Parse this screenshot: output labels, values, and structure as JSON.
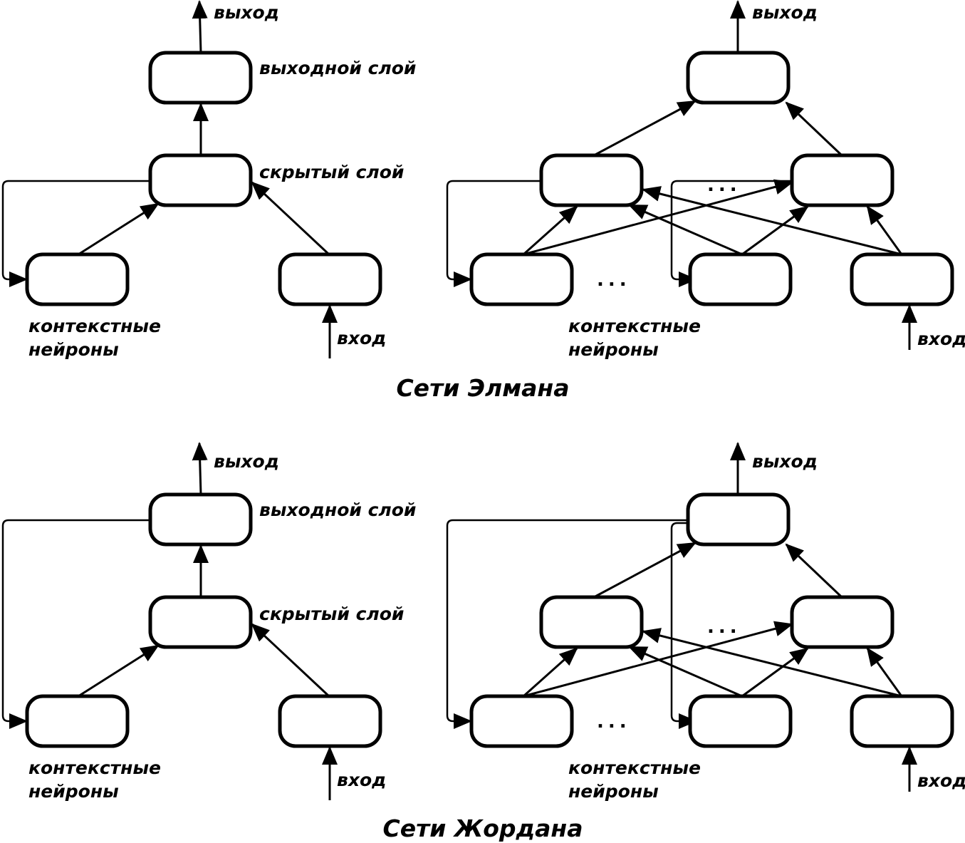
{
  "colors": {
    "stroke": "#000000",
    "background": "#ffffff"
  },
  "labels": {
    "output": "выход",
    "output_layer": "выходной слой",
    "hidden_layer": "скрытый слой",
    "context_line1": "контекстные",
    "context_line2": "нейроны",
    "input": "вход",
    "ellipsis": "..."
  },
  "sections": [
    {
      "id": "elman",
      "title": "Сети Элмана",
      "feedback_source": "hidden"
    },
    {
      "id": "jordan",
      "title": "Сети Жордана",
      "feedback_source": "output"
    }
  ]
}
